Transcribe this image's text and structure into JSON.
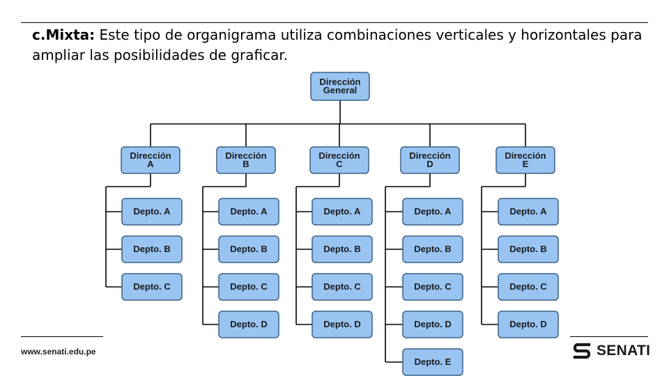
{
  "slide": {
    "lead": "c.Mixta:",
    "body": " Este tipo de organigrama utiliza combinaciones verticales y horizontales para ampliar las posibilidades de graficar."
  },
  "org_chart": {
    "root": [
      "Dirección",
      "General"
    ],
    "directions": [
      {
        "title": [
          "Dirección",
          "A"
        ],
        "depts": [
          "Depto. A",
          "Depto. B",
          "Depto. C"
        ]
      },
      {
        "title": [
          "Dirección",
          "B"
        ],
        "depts": [
          "Depto. A",
          "Depto. B",
          "Depto. C",
          "Depto. D"
        ]
      },
      {
        "title": [
          "Dirección",
          "C"
        ],
        "depts": [
          "Depto. A",
          "Depto. B",
          "Depto. C",
          "Depto. D"
        ]
      },
      {
        "title": [
          "Dirección",
          "D"
        ],
        "depts": [
          "Depto. A",
          "Depto. B",
          "Depto. C",
          "Depto. D",
          "Depto. E"
        ]
      },
      {
        "title": [
          "Dirección",
          "E"
        ],
        "depts": [
          "Depto. A",
          "Depto. B",
          "Depto. C",
          "Depto. D"
        ]
      }
    ]
  },
  "footer": {
    "url": "www.senati.edu.pe",
    "brand": "SENATI",
    "logo_icon": "senati-s-logo-icon"
  }
}
